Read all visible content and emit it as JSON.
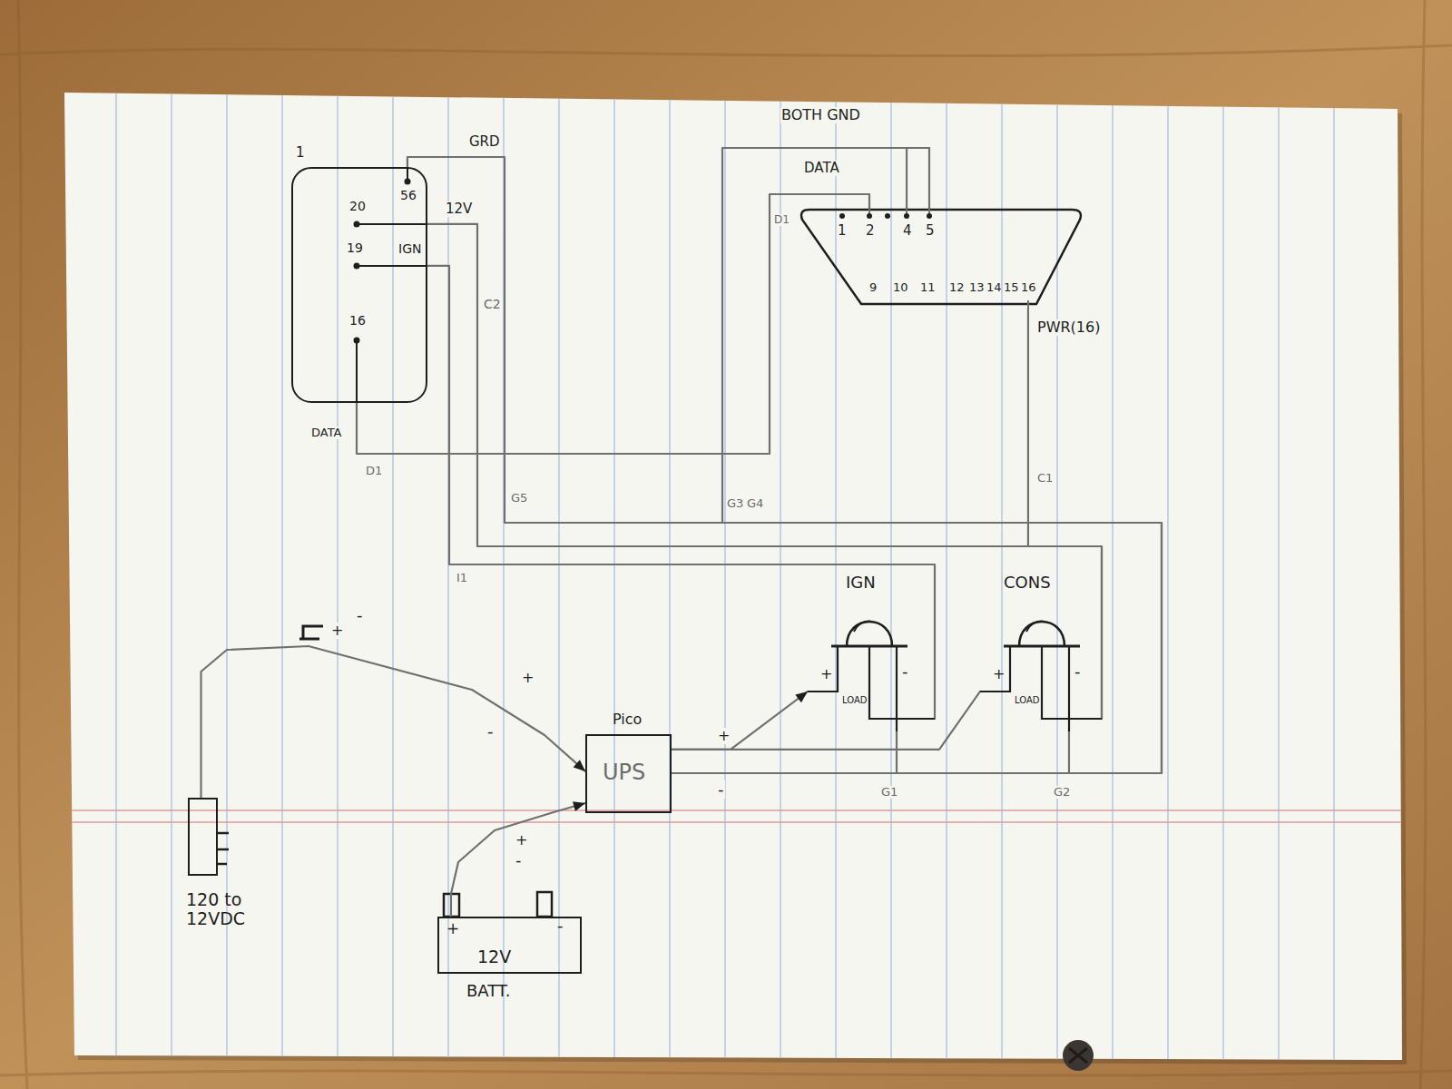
{
  "diagram": {
    "nodes": [
      {
        "text": [
          "1",
          "56",
          "20",
          "19",
          "16"
        ]
      },
      {
        "text": [
          "1",
          "2",
          "4",
          "5",
          "9",
          "10",
          "11",
          "12",
          "13",
          "14",
          "15",
          "16"
        ]
      },
      {
        "text": [
          "Pico",
          "UPS"
        ]
      },
      {
        "text": [
          "IGN",
          "+",
          "LOAD",
          "-"
        ]
      },
      {
        "text": [
          "CONS",
          "+",
          "LOAD",
          "-"
        ]
      },
      {
        "text": [
          "+",
          "-",
          "12V",
          "BATT."
        ]
      },
      {
        "text": [
          "120 to 12VDC"
        ]
      }
    ],
    "edges": [
      {
        "from": 0,
        "to": 1,
        "arrow": "none"
      },
      {
        "from": 2,
        "to": 0,
        "arrow": "none"
      },
      {
        "from": 2,
        "to": 1,
        "arrow": "none"
      },
      {
        "from": 3,
        "to": 0,
        "arrow": "none"
      },
      {
        "from": 4,
        "to": 0,
        "arrow": "none"
      },
      {
        "from": 4,
        "to": 1,
        "arrow": "none"
      },
      {
        "from": 2,
        "to": 3,
        "arrow": "to"
      },
      {
        "from": 2,
        "to": 4,
        "arrow": "none"
      },
      {
        "from": 2,
        "to": 3,
        "arrow": "none"
      },
      {
        "from": 2,
        "to": 4,
        "arrow": "none"
      },
      {
        "from": 6,
        "to": 2,
        "arrow": "to"
      },
      {
        "from": 5,
        "to": 2,
        "arrow": "to"
      }
    ],
    "labels": [
      "GRD",
      "12V",
      "IGN",
      "DATA",
      "D1",
      "C2",
      "G5",
      "I1",
      "BOTH GND",
      "DATA",
      "D1",
      "PWR(16)",
      "G3",
      "G4",
      "C1",
      "G1",
      "G2",
      "-",
      "+",
      "+",
      "-",
      "+",
      "-",
      "+",
      "-"
    ]
  }
}
